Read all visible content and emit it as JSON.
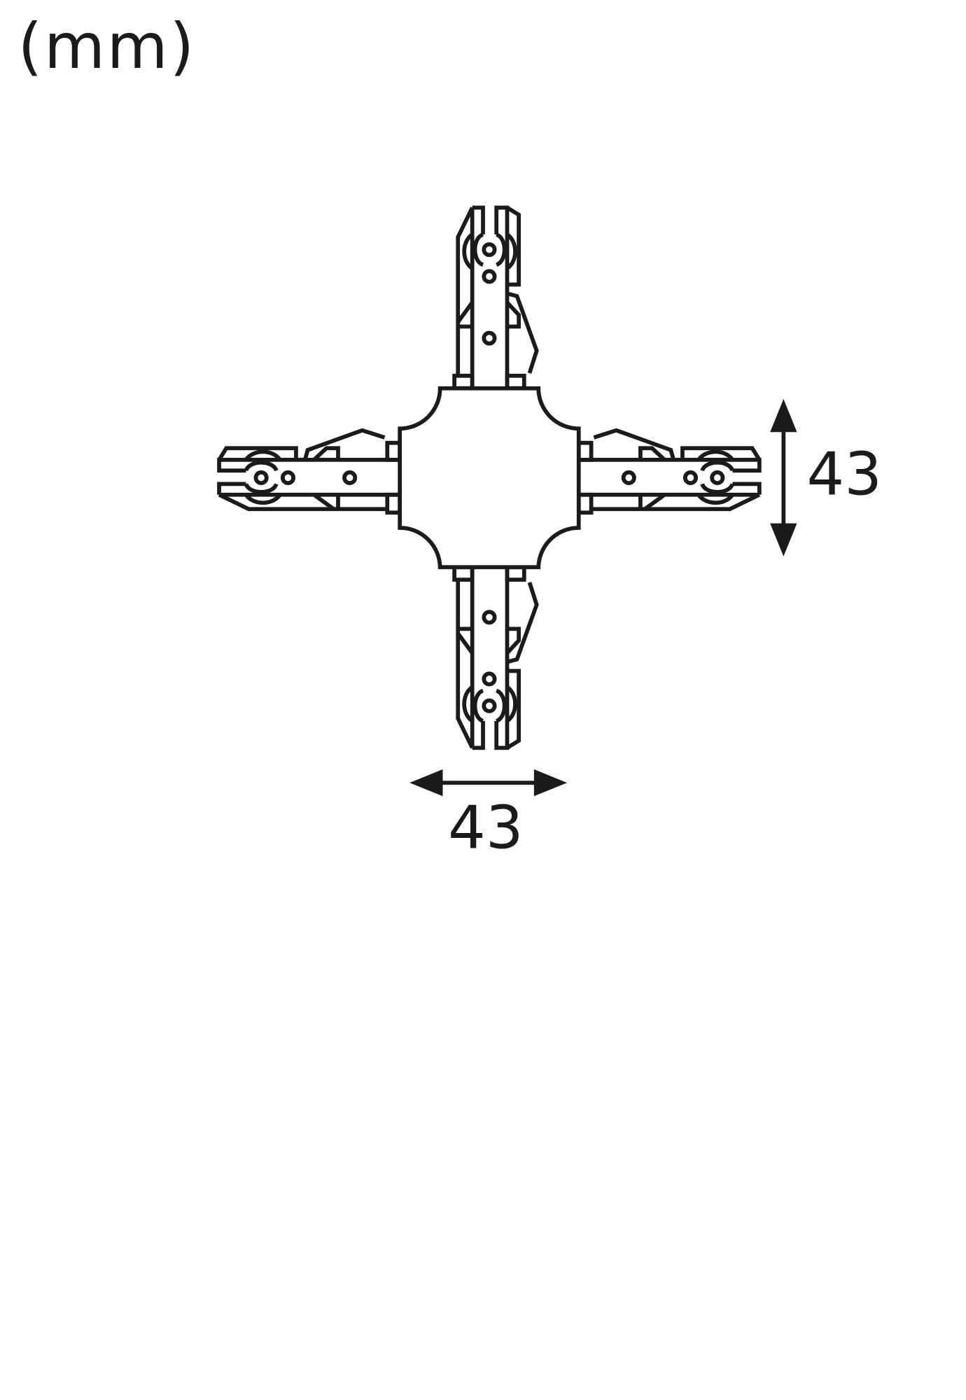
{
  "unit_label": "(mm)",
  "dimensions": {
    "width_label": "43",
    "height_label": "43"
  },
  "colors": {
    "line": "#1d1a1c",
    "background": "#ffffff"
  }
}
